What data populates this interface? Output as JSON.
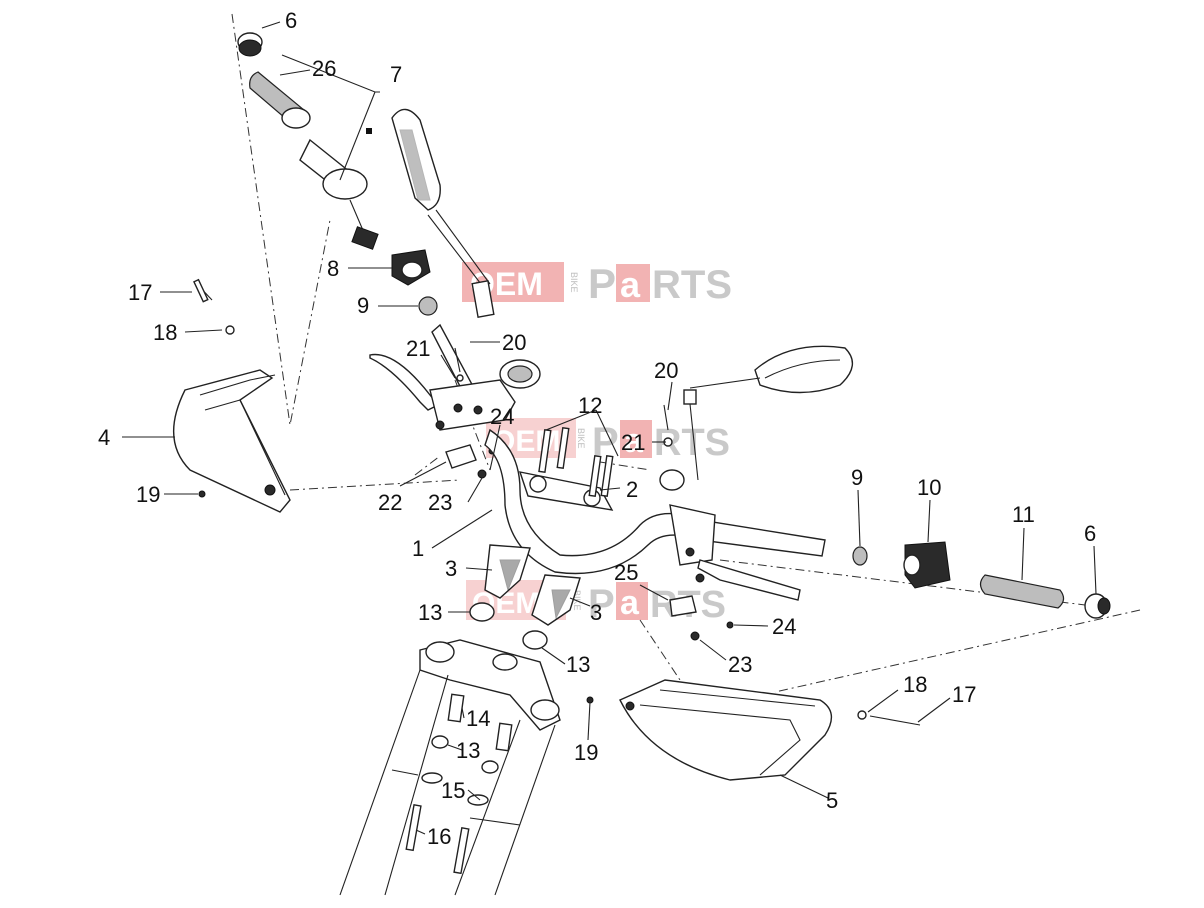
{
  "watermark": {
    "oem": "OEM",
    "bike": "BIKE",
    "pa": "Pa",
    "rts": "RTS",
    "pa_short": "P",
    "a": "a",
    "rts_short": "RTS"
  },
  "callouts": [
    {
      "id": "c6a",
      "text": "6"
    },
    {
      "id": "c26",
      "text": "26"
    },
    {
      "id": "c7",
      "text": "7"
    },
    {
      "id": "c8",
      "text": "8"
    },
    {
      "id": "c9a",
      "text": "9"
    },
    {
      "id": "c17a",
      "text": "17"
    },
    {
      "id": "c18a",
      "text": "18"
    },
    {
      "id": "c21a",
      "text": "21"
    },
    {
      "id": "c20a",
      "text": "20"
    },
    {
      "id": "c20b",
      "text": "20"
    },
    {
      "id": "c12",
      "text": "12"
    },
    {
      "id": "c24a",
      "text": "24"
    },
    {
      "id": "c21b",
      "text": "21"
    },
    {
      "id": "c4",
      "text": "4"
    },
    {
      "id": "c19a",
      "text": "19"
    },
    {
      "id": "c22",
      "text": "22"
    },
    {
      "id": "c23a",
      "text": "23"
    },
    {
      "id": "c2",
      "text": "2"
    },
    {
      "id": "c9b",
      "text": "9"
    },
    {
      "id": "c10",
      "text": "10"
    },
    {
      "id": "c11",
      "text": "11"
    },
    {
      "id": "c6b",
      "text": "6"
    },
    {
      "id": "c1",
      "text": "1"
    },
    {
      "id": "c3a",
      "text": "3"
    },
    {
      "id": "c25",
      "text": "25"
    },
    {
      "id": "c13a",
      "text": "13"
    },
    {
      "id": "c3b",
      "text": "3"
    },
    {
      "id": "c24b",
      "text": "24"
    },
    {
      "id": "c23b",
      "text": "23"
    },
    {
      "id": "c13b",
      "text": "13"
    },
    {
      "id": "c18b",
      "text": "18"
    },
    {
      "id": "c17b",
      "text": "17"
    },
    {
      "id": "c14",
      "text": "14"
    },
    {
      "id": "c19b",
      "text": "19"
    },
    {
      "id": "c13c",
      "text": "13"
    },
    {
      "id": "c15",
      "text": "15"
    },
    {
      "id": "c5",
      "text": "5"
    },
    {
      "id": "c16",
      "text": "16"
    }
  ]
}
